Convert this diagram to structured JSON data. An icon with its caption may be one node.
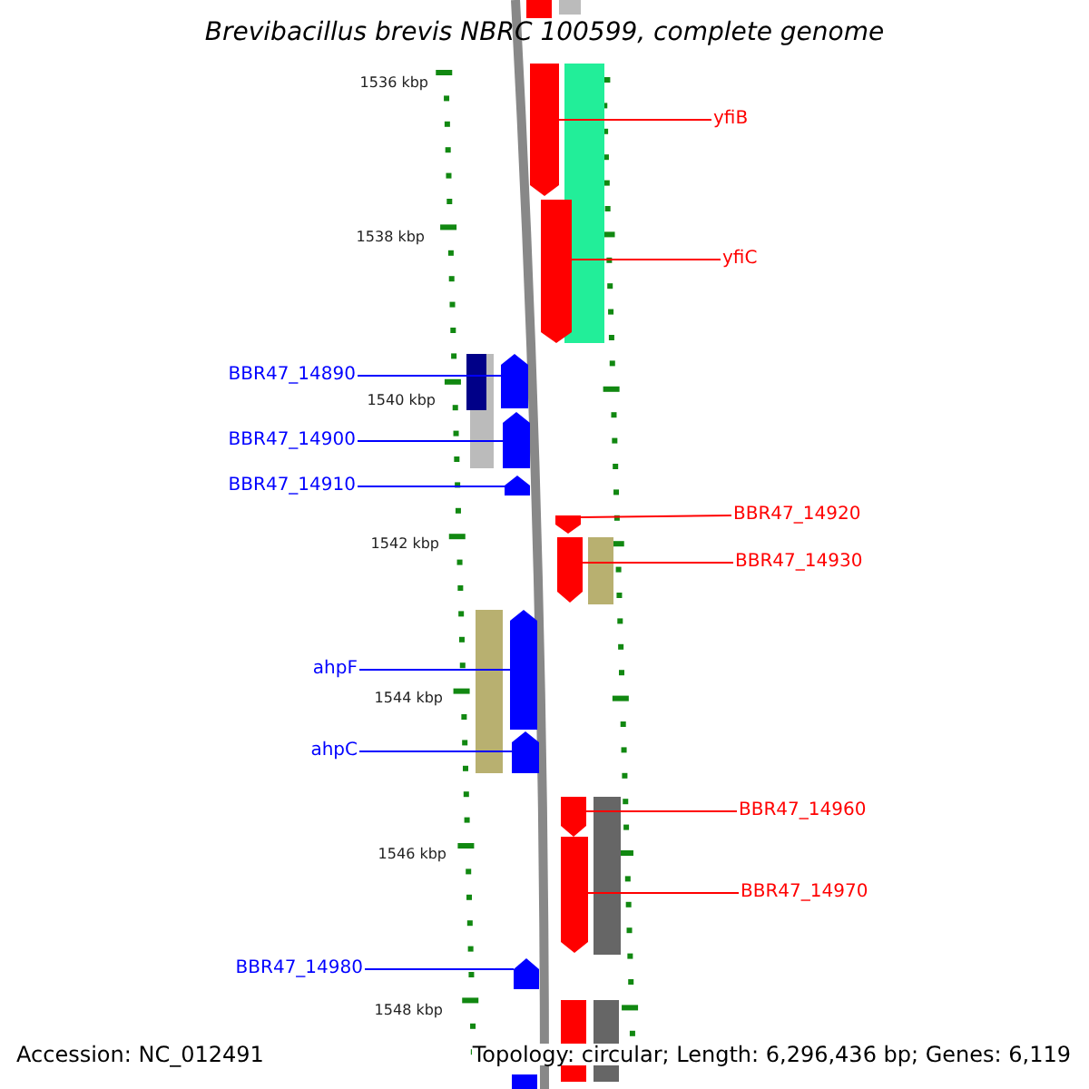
{
  "diagram": {
    "title": "Brevibacillus brevis NBRC 100599, complete genome",
    "nodes": [
      {
        "text": [
          "yfiB"
        ]
      },
      {
        "text": [
          "yfiC"
        ]
      },
      {
        "text": [
          "BBR47_14890"
        ]
      },
      {
        "text": [
          "BBR47_14900"
        ]
      },
      {
        "text": [
          "BBR47_14910"
        ]
      },
      {
        "text": [
          "BBR47_14920"
        ]
      },
      {
        "text": [
          "BBR47_14930"
        ]
      },
      {
        "text": [
          "ahpF"
        ]
      },
      {
        "text": [
          "ahpC"
        ]
      },
      {
        "text": [
          "BBR47_14960"
        ]
      },
      {
        "text": [
          "BBR47_14970"
        ]
      },
      {
        "text": [
          "BBR47_14980"
        ]
      },
      {
        "text": [],
        "shape": "bar"
      },
      {
        "text": [],
        "shape": "bar"
      },
      {
        "text": [],
        "shape": "bar"
      },
      {
        "text": [],
        "shape": "bar"
      },
      {
        "text": [],
        "shape": "bar"
      },
      {
        "text": [],
        "shape": "bar"
      },
      {
        "text": [],
        "shape": "bar"
      },
      {
        "text": [],
        "shape": "bar"
      },
      {
        "text": [],
        "shape": "bar"
      },
      {
        "text": [],
        "shape": "bar"
      },
      {
        "text": [],
        "shape": "bar"
      },
      {
        "text": [],
        "shape": "bar"
      }
    ],
    "edges": [
      {
        "from": 0,
        "to": 12,
        "arrow": "none"
      },
      {
        "from": 1,
        "to": 13,
        "arrow": "none"
      },
      {
        "from": 2,
        "to": 14,
        "arrow": "none",
        "color": "#0000ff"
      },
      {
        "from": 3,
        "to": 15,
        "arrow": "none",
        "color": "#0000ff"
      },
      {
        "from": 4,
        "to": 16,
        "arrow": "none",
        "color": "#0000ff"
      },
      {
        "from": 5,
        "to": 17,
        "arrow": "none"
      },
      {
        "from": 6,
        "to": 18,
        "arrow": "none"
      },
      {
        "from": 7,
        "to": 19,
        "arrow": "none",
        "color": "#0000ff"
      },
      {
        "from": 8,
        "to": 20,
        "arrow": "none",
        "color": "#0000ff"
      },
      {
        "from": 9,
        "to": 21,
        "arrow": "none"
      },
      {
        "from": 10,
        "to": 22,
        "arrow": "none"
      },
      {
        "from": 11,
        "to": 23,
        "arrow": "none",
        "color": "#0000ff"
      }
    ],
    "labels": [
      "1536 kbp",
      "1538 kbp",
      "1540 kbp",
      "1542 kbp",
      "1544 kbp",
      "1546 kbp",
      "1548 kbp",
      "Accession: NC_012491",
      "Topology: circular; Length: 6,296,436 bp; Genes: 6,119"
    ]
  }
}
